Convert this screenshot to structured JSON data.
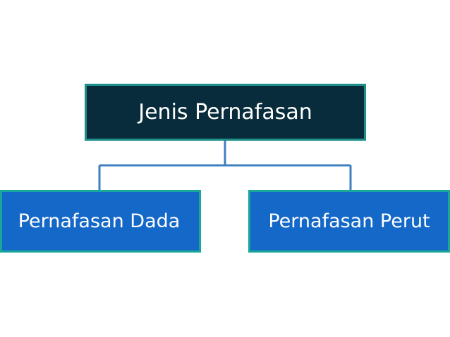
{
  "diagram": {
    "root": {
      "label": "Jenis Pernafasan"
    },
    "children": [
      {
        "label": "Pernafasan Dada"
      },
      {
        "label": "Pernafasan Perut"
      }
    ]
  },
  "colors": {
    "root_fill": "#082c3c",
    "root_border": "#1f8f8c",
    "child_fill": "#1468c8",
    "child_border": "#19a79a",
    "connector": "#3f7fbf",
    "background": "#ffffff"
  }
}
